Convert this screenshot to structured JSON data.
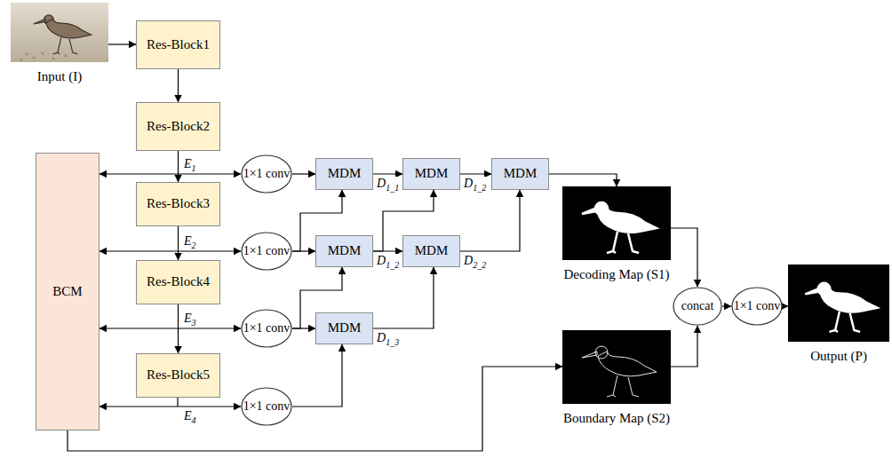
{
  "diagram": {
    "nodes": [
      {
        "text": [
          "Input (I)"
        ]
      },
      {
        "text": [
          "Res-Block1"
        ]
      },
      {
        "text": [
          "Res-Block2"
        ]
      },
      {
        "text": [
          "BCM"
        ]
      },
      {
        "text": [
          "1×1 conv"
        ]
      },
      {
        "text": [
          "MDM"
        ]
      },
      {
        "text": [
          "MDM"
        ]
      },
      {
        "text": [
          "MDM"
        ]
      },
      {
        "text": [
          "Decoding Map (S1)"
        ]
      },
      {
        "text": [
          "Res-Block3"
        ]
      },
      {
        "text": [
          "1×1 conv"
        ]
      },
      {
        "text": [
          "MDM"
        ]
      },
      {
        "text": [
          "MDM"
        ]
      },
      {
        "text": [
          "Res-Block4"
        ]
      },
      {
        "text": [
          "1×1 conv"
        ]
      },
      {
        "text": [
          "MDM"
        ]
      },
      {
        "text": [
          "concat"
        ]
      },
      {
        "text": [
          "1×1 conv"
        ]
      },
      {
        "text": [
          "Output (P)"
        ]
      },
      {
        "text": [
          "Res-Block5"
        ]
      },
      {
        "text": [
          "1×1 conv"
        ]
      },
      {
        "text": [
          "Boundary Map (S2)"
        ]
      }
    ],
    "edges": [
      {
        "from": 0,
        "to": 1,
        "arrow": "to"
      },
      {
        "from": 1,
        "to": 2,
        "arrow": "to"
      },
      {
        "from": 2,
        "to": 9,
        "arrow": "to"
      },
      {
        "from": 9,
        "to": 13,
        "arrow": "to"
      },
      {
        "from": 13,
        "to": 19,
        "arrow": "to"
      },
      {
        "from": 3,
        "to": 4,
        "arrow": "both"
      },
      {
        "from": 3,
        "to": 10,
        "arrow": "both"
      },
      {
        "from": 3,
        "to": 14,
        "arrow": "both"
      },
      {
        "from": 3,
        "to": 20,
        "arrow": "both"
      },
      {
        "from": 4,
        "to": 5,
        "arrow": "to"
      },
      {
        "from": 10,
        "to": 11,
        "arrow": "to"
      },
      {
        "from": 10,
        "to": 5,
        "arrow": "to"
      },
      {
        "from": 14,
        "to": 15,
        "arrow": "to"
      },
      {
        "from": 14,
        "to": 11,
        "arrow": "to"
      },
      {
        "from": 20,
        "to": 15,
        "arrow": "to"
      },
      {
        "from": 5,
        "to": 6,
        "label": "D1_1",
        "arrow": "to"
      },
      {
        "from": 11,
        "to": 12,
        "label": "D1_2",
        "arrow": "to"
      },
      {
        "from": 11,
        "to": 6,
        "arrow": "to"
      },
      {
        "from": 15,
        "to": 12,
        "label": "D1_3",
        "arrow": "to"
      },
      {
        "from": 6,
        "to": 7,
        "label": "D1_2",
        "arrow": "to"
      },
      {
        "from": 12,
        "to": 7,
        "label": "D2_2",
        "arrow": "to"
      },
      {
        "from": 7,
        "to": 8,
        "arrow": "to"
      },
      {
        "from": 8,
        "to": 16,
        "arrow": "to"
      },
      {
        "from": 21,
        "to": 16,
        "arrow": "to"
      },
      {
        "from": 16,
        "to": 17,
        "arrow": "to"
      },
      {
        "from": 17,
        "to": 18,
        "arrow": "to"
      },
      {
        "from": 3,
        "to": 21,
        "arrow": "to"
      }
    ],
    "labels": [
      "E1",
      "E2",
      "E3",
      "E4"
    ]
  }
}
